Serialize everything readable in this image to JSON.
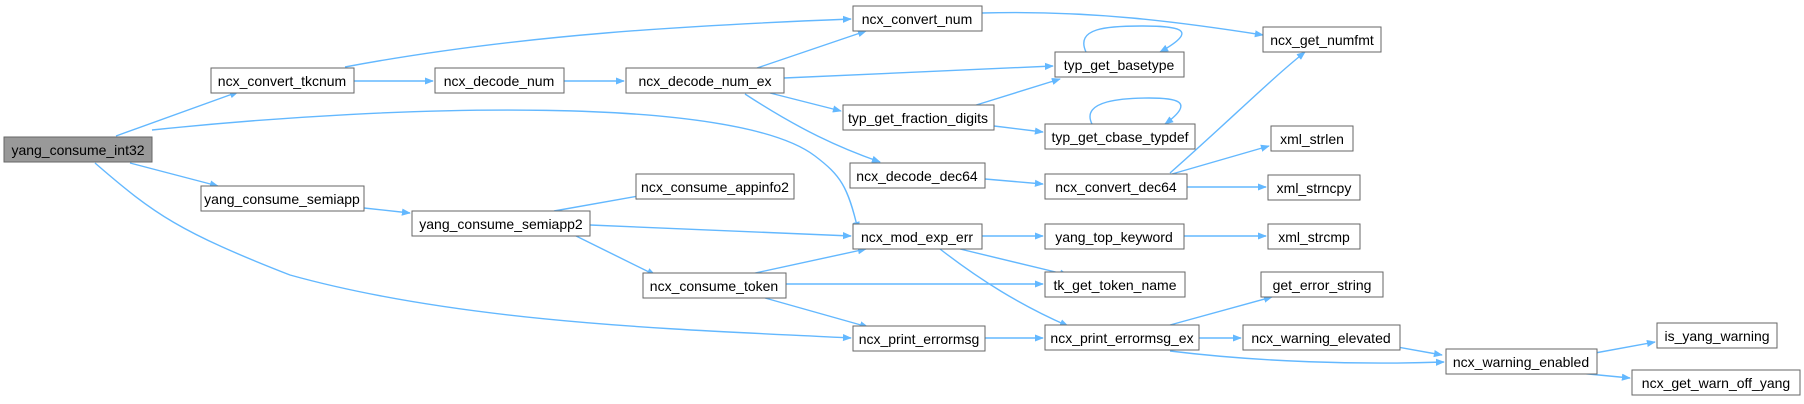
{
  "graph": {
    "colors": {
      "edge": "#63b8ff",
      "node_fill": "#ffffff",
      "node_border": "#666666",
      "root_fill": "#999999"
    },
    "root": "yang_consume_int32",
    "nodes": {
      "yang_consume_int32": "yang_consume_int32",
      "ncx_convert_tkcnum": "ncx_convert_tkcnum",
      "yang_consume_semiapp": "yang_consume_semiapp",
      "ncx_decode_num": "ncx_decode_num",
      "ncx_decode_num_ex": "ncx_decode_num_ex",
      "ncx_convert_num": "ncx_convert_num",
      "ncx_get_numfmt": "ncx_get_numfmt",
      "typ_get_basetype": "typ_get_basetype",
      "typ_get_fraction_digits": "typ_get_fraction_digits",
      "typ_get_cbase_typdef": "typ_get_cbase_typdef",
      "ncx_decode_dec64": "ncx_decode_dec64",
      "ncx_convert_dec64": "ncx_convert_dec64",
      "xml_strlen": "xml_strlen",
      "xml_strncpy": "xml_strncpy",
      "yang_consume_semiapp2": "yang_consume_semiapp2",
      "ncx_consume_appinfo2": "ncx_consume_appinfo2",
      "ncx_mod_exp_err": "ncx_mod_exp_err",
      "yang_top_keyword": "yang_top_keyword",
      "xml_strcmp": "xml_strcmp",
      "ncx_consume_token": "ncx_consume_token",
      "tk_get_token_name": "tk_get_token_name",
      "get_error_string": "get_error_string",
      "ncx_print_errormsg": "ncx_print_errormsg",
      "ncx_print_errormsg_ex": "ncx_print_errormsg_ex",
      "ncx_warning_elevated": "ncx_warning_elevated",
      "ncx_warning_enabled": "ncx_warning_enabled",
      "is_yang_warning": "is_yang_warning",
      "ncx_get_warn_off_yang": "ncx_get_warn_off_yang"
    },
    "edges": [
      [
        "yang_consume_int32",
        "ncx_convert_tkcnum"
      ],
      [
        "yang_consume_int32",
        "ncx_mod_exp_err"
      ],
      [
        "yang_consume_int32",
        "yang_consume_semiapp"
      ],
      [
        "yang_consume_int32",
        "ncx_print_errormsg"
      ],
      [
        "ncx_convert_tkcnum",
        "ncx_convert_num"
      ],
      [
        "ncx_convert_tkcnum",
        "ncx_decode_num"
      ],
      [
        "ncx_decode_num",
        "ncx_decode_num_ex"
      ],
      [
        "ncx_decode_num_ex",
        "ncx_convert_num"
      ],
      [
        "ncx_decode_num_ex",
        "typ_get_basetype"
      ],
      [
        "ncx_decode_num_ex",
        "typ_get_fraction_digits"
      ],
      [
        "ncx_decode_num_ex",
        "ncx_decode_dec64"
      ],
      [
        "ncx_convert_num",
        "ncx_get_numfmt"
      ],
      [
        "typ_get_basetype",
        "typ_get_basetype"
      ],
      [
        "typ_get_fraction_digits",
        "typ_get_basetype"
      ],
      [
        "typ_get_fraction_digits",
        "typ_get_cbase_typdef"
      ],
      [
        "typ_get_cbase_typdef",
        "typ_get_cbase_typdef"
      ],
      [
        "ncx_decode_dec64",
        "ncx_convert_dec64"
      ],
      [
        "ncx_convert_dec64",
        "ncx_get_numfmt"
      ],
      [
        "ncx_convert_dec64",
        "xml_strlen"
      ],
      [
        "ncx_convert_dec64",
        "xml_strncpy"
      ],
      [
        "yang_consume_semiapp",
        "yang_consume_semiapp2"
      ],
      [
        "yang_consume_semiapp2",
        "ncx_consume_appinfo2"
      ],
      [
        "yang_consume_semiapp2",
        "ncx_mod_exp_err"
      ],
      [
        "yang_consume_semiapp2",
        "ncx_consume_token"
      ],
      [
        "ncx_consume_token",
        "ncx_mod_exp_err"
      ],
      [
        "ncx_consume_token",
        "tk_get_token_name"
      ],
      [
        "ncx_consume_token",
        "ncx_print_errormsg"
      ],
      [
        "ncx_mod_exp_err",
        "yang_top_keyword"
      ],
      [
        "ncx_mod_exp_err",
        "tk_get_token_name"
      ],
      [
        "ncx_mod_exp_err",
        "ncx_print_errormsg_ex"
      ],
      [
        "yang_top_keyword",
        "xml_strcmp"
      ],
      [
        "ncx_print_errormsg",
        "ncx_print_errormsg_ex"
      ],
      [
        "ncx_print_errormsg_ex",
        "get_error_string"
      ],
      [
        "ncx_print_errormsg_ex",
        "ncx_warning_elevated"
      ],
      [
        "ncx_print_errormsg_ex",
        "ncx_warning_enabled"
      ],
      [
        "ncx_warning_elevated",
        "ncx_warning_enabled"
      ],
      [
        "ncx_warning_enabled",
        "is_yang_warning"
      ],
      [
        "ncx_warning_enabled",
        "ncx_get_warn_off_yang"
      ]
    ]
  }
}
